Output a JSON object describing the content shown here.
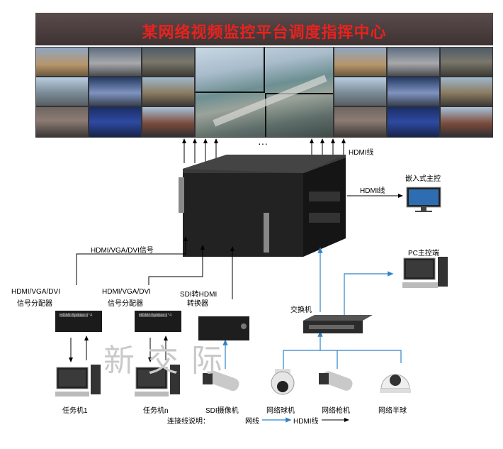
{
  "banner": {
    "title": "某网络视频监控平台调度指挥中心"
  },
  "labels": {
    "hdmi_top": "HDMI线",
    "hdmi_right": "HDMI线",
    "embedded_host": "嵌入式主控",
    "pc_host": "PC主控端",
    "switch": "交换机",
    "signal_line": "HDMI/VGA/DVI信号",
    "splitter_left_1": "HDMI/VGA/DVI",
    "splitter_left_2": "信号分配器",
    "splitter_mid_1": "HDMI/VGA/DVI",
    "splitter_mid_2": "信号分配器",
    "sdi_conv_1": "SDI转HDMI",
    "sdi_conv_2": "转换器",
    "splitter_device_text": "HDMI Splitter 1*4",
    "ellipsis": "···",
    "task1": "任务机1",
    "taskn": "任务机n",
    "sdi_camera": "SDI摄像机",
    "ball_camera": "网络球机",
    "gun_camera": "网络枪机",
    "half_dome": "网络半球",
    "legend_title": "连接线说明：",
    "legend_net": "网线",
    "legend_hdmi": "HDMI线",
    "watermark": "新交际"
  },
  "colors": {
    "banner_text": "#e8221f",
    "network_line": "#2f84c7",
    "hdmi_line": "#000000"
  }
}
